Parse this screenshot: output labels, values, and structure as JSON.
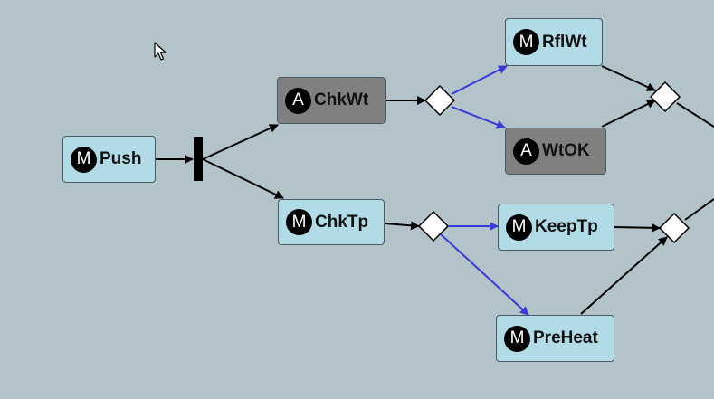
{
  "colors": {
    "background": "#b2c3c9",
    "manual_fill": "#b1dbe6",
    "auto_fill": "#808080",
    "edge": "#000000",
    "choice_edge": "#3a3ad8"
  },
  "icons": {
    "cursor": "mouse-pointer-icon"
  },
  "nodes": {
    "push": {
      "badge": "M",
      "label": "Push",
      "kind": "manual"
    },
    "chkwt": {
      "badge": "A",
      "label": "ChkWt",
      "kind": "automatic"
    },
    "chktp": {
      "badge": "M",
      "label": "ChkTp",
      "kind": "manual"
    },
    "rflwt": {
      "badge": "M",
      "label": "RflWt",
      "kind": "manual"
    },
    "wtok": {
      "badge": "A",
      "label": "WtOK",
      "kind": "automatic"
    },
    "keeptp": {
      "badge": "M",
      "label": "KeepTp",
      "kind": "manual"
    },
    "preheat": {
      "badge": "M",
      "label": "PreHeat",
      "kind": "manual"
    }
  },
  "edges": [
    {
      "from": "push",
      "to": "fork"
    },
    {
      "from": "fork",
      "to": "chkwt"
    },
    {
      "from": "fork",
      "to": "chktp"
    },
    {
      "from": "chkwt",
      "to": "decision-weight"
    },
    {
      "from": "decision-weight",
      "to": "rflwt",
      "kind": "choice"
    },
    {
      "from": "decision-weight",
      "to": "wtok",
      "kind": "choice"
    },
    {
      "from": "chktp",
      "to": "decision-temp"
    },
    {
      "from": "decision-temp",
      "to": "keeptp",
      "kind": "choice"
    },
    {
      "from": "decision-temp",
      "to": "preheat",
      "kind": "choice"
    },
    {
      "from": "rflwt",
      "to": "merge-weight"
    },
    {
      "from": "wtok",
      "to": "merge-weight"
    },
    {
      "from": "keeptp",
      "to": "merge-temp"
    },
    {
      "from": "preheat",
      "to": "merge-temp"
    }
  ]
}
